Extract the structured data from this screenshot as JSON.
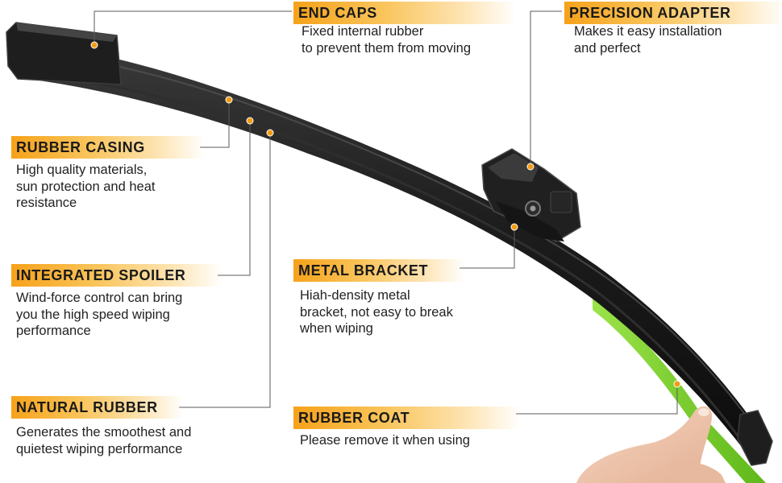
{
  "callouts": {
    "end_caps": {
      "title": "END CAPS",
      "lines": [
        "Fixed internal rubber",
        "to prevent them from moving"
      ]
    },
    "precision_adapter": {
      "title": "PRECISION ADAPTER",
      "lines": [
        "Makes it easy installation",
        "and perfect"
      ]
    },
    "rubber_casing": {
      "title": "RUBBER CASING",
      "lines": [
        "High quality materials,",
        "sun protection and heat",
        "resistance"
      ]
    },
    "integrated_spoiler": {
      "title": "INTEGRATED SPOILER",
      "lines": [
        "Wind-force control can bring",
        "you the high speed wiping",
        "performance"
      ]
    },
    "metal_bracket": {
      "title": "METAL BRACKET",
      "lines": [
        "Hiah-density metal",
        "bracket, not easy to break",
        "when wiping"
      ]
    },
    "natural_rubber": {
      "title": "NATURAL RUBBER",
      "lines": [
        "Generates the smoothest and",
        "quietest wiping performance"
      ]
    },
    "rubber_coat": {
      "title": "RUBBER COAT",
      "lines": [
        "Please remove it when using"
      ]
    }
  },
  "colors": {
    "label_orange": "#f6a21a",
    "marker_dot": "#f39c12",
    "blade_black": "#1b1b1b",
    "rubber_green": "#7ed321"
  }
}
